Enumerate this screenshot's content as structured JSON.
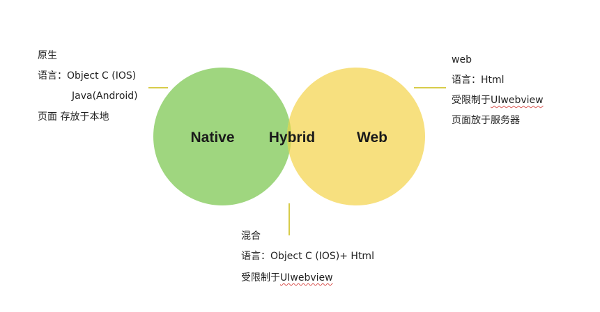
{
  "circles": {
    "native": {
      "label": "Native",
      "color": "#9fd67f"
    },
    "web": {
      "label": "Web",
      "color": "#f7e07f"
    },
    "hybrid": {
      "label": "Hybrid",
      "color": "#cfd659"
    }
  },
  "connector_color": "#d7cc4a",
  "native_note": {
    "title": "原生",
    "language_line": "语言：Object C (IOS)",
    "language_line_2": "Java(Android)",
    "storage_line": "页面 存放于本地"
  },
  "web_note": {
    "title": "web",
    "language_line": "语言：Html",
    "limit_prefix": "受限制于",
    "limit_term": "UIwebview",
    "storage_line": "页面放于服务器"
  },
  "hybrid_note": {
    "title": "混合",
    "language_line": "语言：Object C (IOS)+ Html",
    "limit_prefix": "受限制于",
    "limit_term": "UIwebview"
  }
}
